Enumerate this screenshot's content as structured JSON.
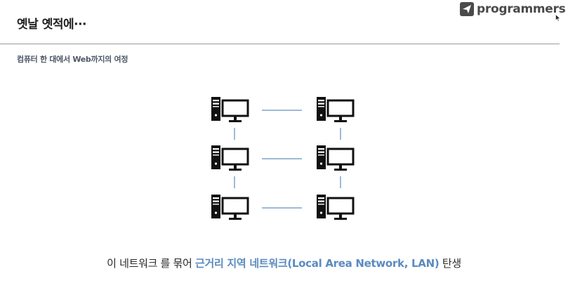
{
  "header": {
    "title": "옛날 옛적에···",
    "logo_text": "programmers"
  },
  "subtitle": "컴퓨터 한 대에서 Web까지의 여정",
  "caption": {
    "prefix": "이 네트워크 를 묶어 ",
    "highlight": "근거리 지역 네트워크(Local Area Network, LAN)",
    "suffix": " 탄생"
  },
  "colors": {
    "accent": "#5b8bc0",
    "link_line": "#7fa3cc",
    "logo": "#4a4a4a",
    "subtitle": "#4d5866"
  },
  "icons": {
    "logo": "paper-plane-icon",
    "computer": "desktop-computer-icon",
    "cursor": "mouse-cursor-icon"
  }
}
